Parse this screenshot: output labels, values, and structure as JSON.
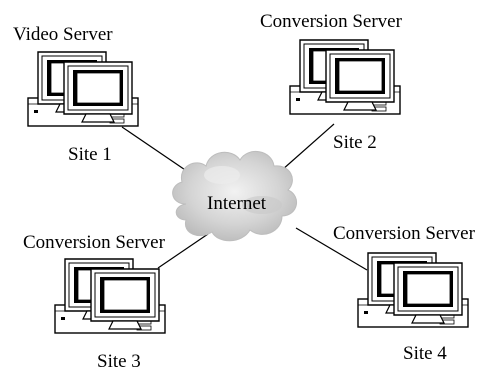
{
  "network": {
    "center_label": "Internet",
    "sites": [
      {
        "role": "Video Server",
        "site": "Site 1"
      },
      {
        "role": "Conversion Server",
        "site": "Site 2"
      },
      {
        "role": "Conversion Server",
        "site": "Site 3"
      },
      {
        "role": "Conversion Server",
        "site": "Site 4"
      }
    ]
  }
}
